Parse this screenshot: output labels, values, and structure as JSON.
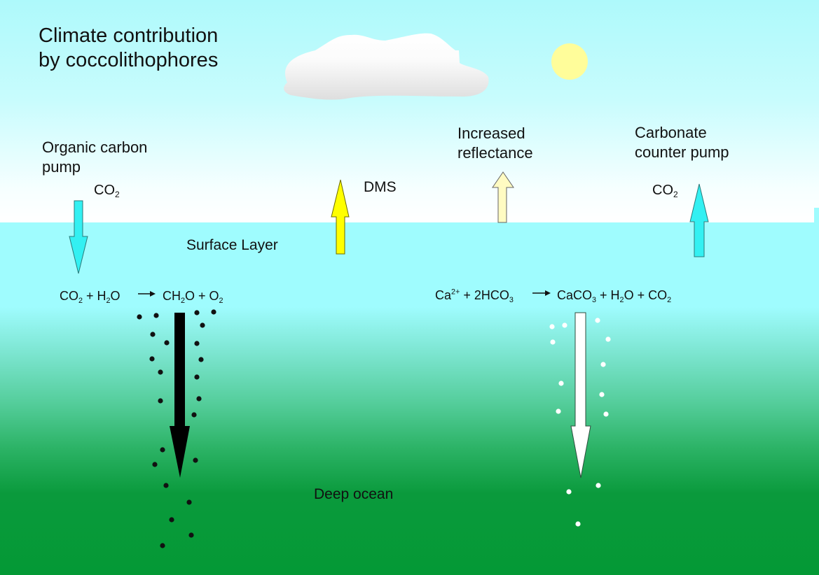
{
  "title": {
    "line1": "Climate contribution",
    "line2": "by coccolithophores"
  },
  "labels": {
    "organic_pump_line1": "Organic carbon",
    "organic_pump_line2": "pump",
    "co2_left": "CO",
    "co2_left_sub": "2",
    "dms": "DMS",
    "reflectance_line1": "Increased",
    "reflectance_line2": "reflectance",
    "carbonate_line1": "Carbonate",
    "carbonate_line2": "counter pump",
    "co2_right": "CO",
    "co2_right_sub": "2",
    "surface_layer": "Surface Layer",
    "deep_ocean": "Deep ocean"
  },
  "equations": {
    "organic": {
      "lhs": [
        {
          "t": "CO"
        },
        {
          "sub": "2"
        },
        {
          "t": " + H"
        },
        {
          "sub": "2"
        },
        {
          "t": "O"
        }
      ],
      "rhs": [
        {
          "t": "CH"
        },
        {
          "sub": "2"
        },
        {
          "t": "O + O"
        },
        {
          "sub": "2"
        }
      ]
    },
    "carbonate": {
      "lhs": [
        {
          "t": "Ca"
        },
        {
          "sup": "2+"
        },
        {
          "t": " + 2HCO"
        },
        {
          "sub": "3"
        }
      ],
      "rhs": [
        {
          "t": "CaCO"
        },
        {
          "sub": "3"
        },
        {
          "t": " + H"
        },
        {
          "sub": "2"
        },
        {
          "t": "O + CO"
        },
        {
          "sub": "2"
        }
      ]
    }
  },
  "colors": {
    "co2_arrow": "#33f0f2",
    "dms_arrow": "#ffff00",
    "reflectance_arrow": "#fffbc2",
    "organic_sink_arrow": "#000000",
    "carbonate_sink_arrow": "#ffffff",
    "sun": "#fffd9a",
    "organic_particles": "#111111",
    "carbonate_particles": "#ffffff"
  }
}
